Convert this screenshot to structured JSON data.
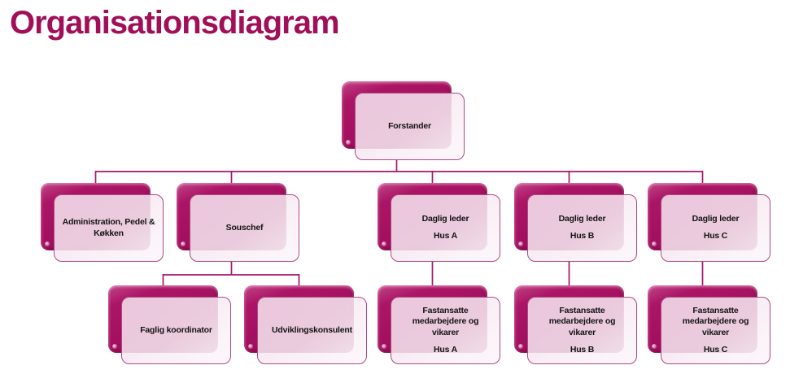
{
  "page": {
    "title": "Organisationsdiagram"
  },
  "colors": {
    "title_text": "#A00F58",
    "box_back_magenta": "#A20F5E",
    "box_front_pink": "#F3DFEA",
    "box_border": "#AD4A84",
    "connector_line": "#A5156B",
    "node_text": "#141414",
    "background": "#FFFFFF"
  },
  "diagram": {
    "nodes": [
      {
        "id": "forstander",
        "title": "Forstander",
        "subtitle": "",
        "parent": null
      },
      {
        "id": "administration",
        "title": "Administration, Pedel &\nKøkken",
        "subtitle": "",
        "parent": "forstander"
      },
      {
        "id": "souschef",
        "title": "Souschef",
        "subtitle": "",
        "parent": "forstander"
      },
      {
        "id": "daglig-leder-hus-a",
        "title": "Daglig leder",
        "subtitle": "Hus A",
        "parent": "forstander"
      },
      {
        "id": "daglig-leder-hus-b",
        "title": "Daglig leder",
        "subtitle": "Hus B",
        "parent": "forstander"
      },
      {
        "id": "daglig-leder-hus-c",
        "title": "Daglig leder",
        "subtitle": "Hus C",
        "parent": "forstander"
      },
      {
        "id": "faglig-koordinator",
        "title": "Faglig koordinator",
        "subtitle": "",
        "parent": "souschef"
      },
      {
        "id": "udviklingskonsulent",
        "title": "Udviklingskonsulent",
        "subtitle": "",
        "parent": "souschef"
      },
      {
        "id": "fastansatte-hus-a",
        "title": "Fastansatte\nmedarbejdere og\nvikarer",
        "subtitle": "Hus A",
        "parent": "daglig-leder-hus-a"
      },
      {
        "id": "fastansatte-hus-b",
        "title": "Fastansatte\nmedarbejdere og\nvikarer",
        "subtitle": "Hus B",
        "parent": "daglig-leder-hus-b"
      },
      {
        "id": "fastansatte-hus-c",
        "title": "Fastansatte\nmedarbejdere og\nvikarer",
        "subtitle": "Hus C",
        "parent": "daglig-leder-hus-c"
      }
    ]
  }
}
